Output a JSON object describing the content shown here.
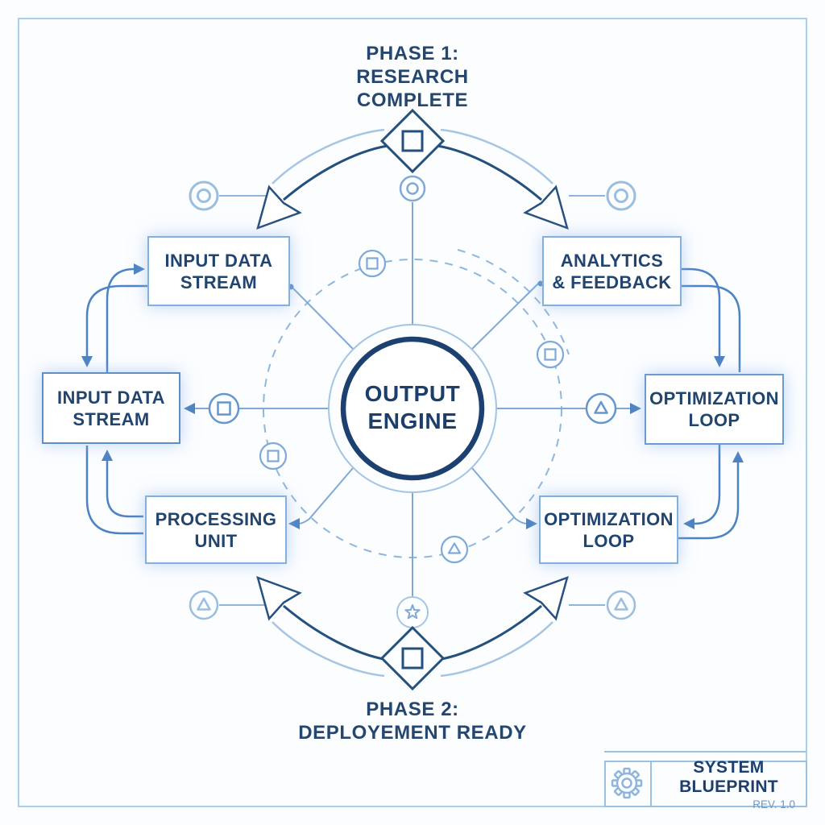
{
  "phase_top": {
    "line1": "PHASE 1:",
    "line2": "RESEARCH",
    "line3": "COMPLETE"
  },
  "phase_bottom": {
    "line1": "PHASE 2:",
    "line2": "DEPLOYEMENT READY"
  },
  "center": {
    "line1": "OUTPUT",
    "line2": "ENGINE"
  },
  "boxes": {
    "top_left": {
      "line1": "INPUT DATA",
      "line2": "STREAM"
    },
    "top_right": {
      "line1": "ANALYTICS",
      "line2": "& FEEDBACK"
    },
    "mid_left": {
      "line1": "INPUT DATA",
      "line2": "STREAM"
    },
    "mid_right": {
      "line1": "OPTIMIZATION",
      "line2": "LOOP"
    },
    "bottom_left": {
      "line1": "PROCESSING",
      "line2": "UNIT"
    },
    "bottom_right": {
      "line1": "OPTIMIZATION",
      "line2": "LOOP"
    }
  },
  "title_block": {
    "title": "SYSTEM BLUEPRINT",
    "revision": "REV. 1.0"
  },
  "icons": {
    "top_left_corner": "concentric-circles-icon",
    "top_right_corner": "concentric-circles-icon",
    "bottom_left_corner": "triangle-in-circle-icon",
    "bottom_right_corner": "triangle-in-circle-icon",
    "north_node": "concentric-circles-icon",
    "south_node": "star-in-circle-icon",
    "west_line": "square-in-circle-icon",
    "east_line": "triangle-in-circle-icon",
    "ring_nnw": "square-in-circle-icon",
    "ring_ene": "square-in-circle-icon",
    "ring_wsw": "square-in-circle-icon",
    "ring_sse": "triangle-in-circle-icon",
    "top_marker": "diamond-square-icon",
    "bottom_marker": "diamond-square-icon",
    "title_block": "gear-icon"
  },
  "colors": {
    "navy_text": "#21456f",
    "dark_line": "#24507e",
    "mid_blue": "#4d83c3",
    "light_blue": "#7fa9d6",
    "pale_blue": "#a6c5e3",
    "box_border": "#83b1dc",
    "page_border": "#abcfe8",
    "background": "#fbfdff"
  }
}
